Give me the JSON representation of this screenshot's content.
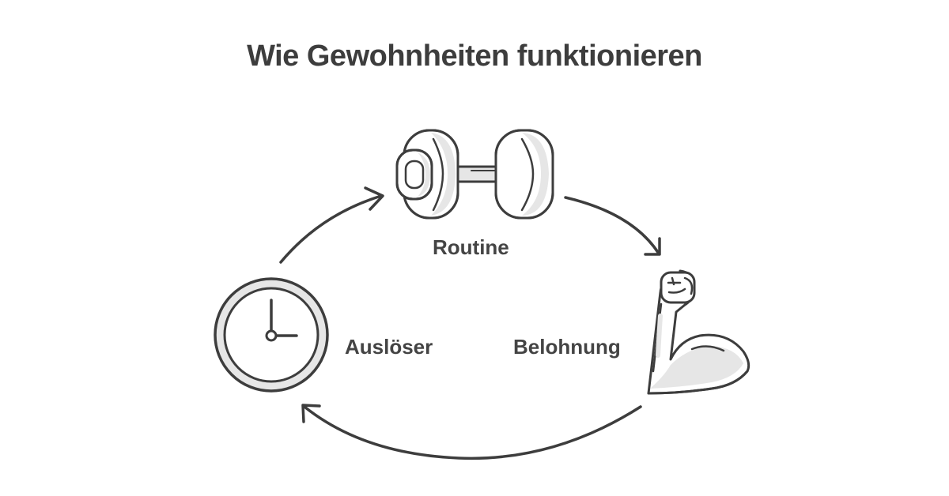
{
  "title": "Wie Gewohnheiten funktionieren",
  "stages": {
    "routine": "Routine",
    "trigger": "Auslöser",
    "reward": "Belohnung"
  },
  "icons": {
    "routine": "dumbbell-icon",
    "trigger": "clock-icon",
    "reward": "flexed-arm-icon"
  },
  "colors": {
    "stroke": "#3d3d3d",
    "fill": "#e6e6e6",
    "text": "#444444"
  }
}
